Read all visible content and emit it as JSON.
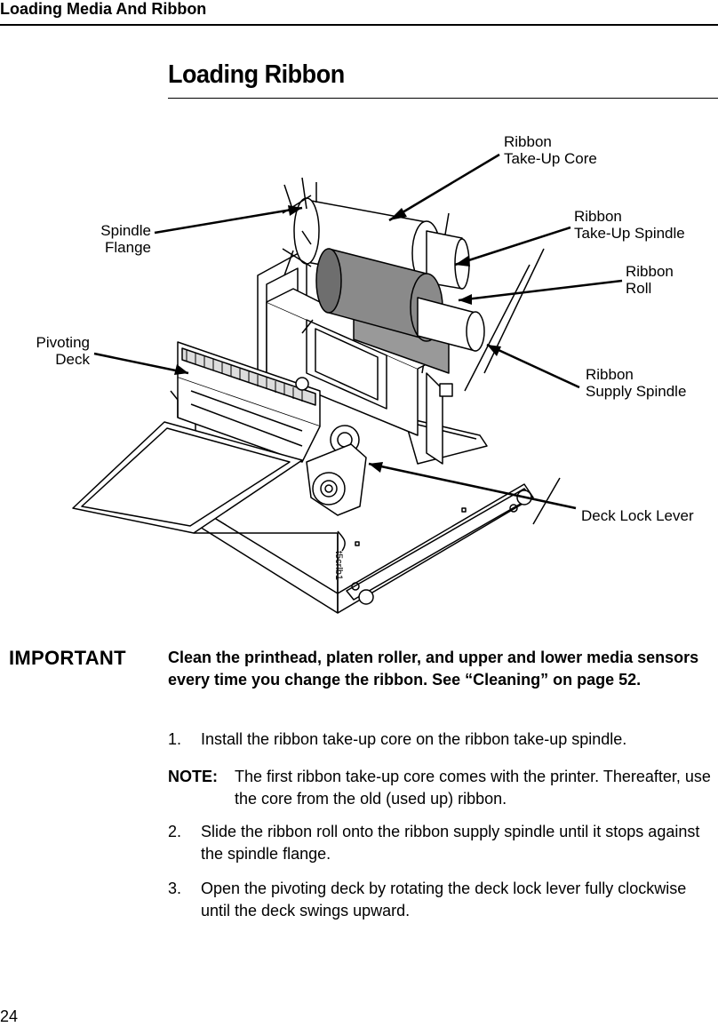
{
  "header": {
    "running_title": "Loading Media And Ribbon"
  },
  "section": {
    "title": "Loading Ribbon"
  },
  "figure": {
    "id_label": "t5crlb1",
    "callouts": {
      "take_up_core": [
        "Ribbon",
        "Take-Up Core"
      ],
      "take_up_spindle": [
        "Ribbon",
        "Take-Up Spindle"
      ],
      "ribbon_roll": [
        "Ribbon",
        "Roll"
      ],
      "supply_spindle": [
        "Ribbon",
        "Supply Spindle"
      ],
      "deck_lock_lever": "Deck Lock Lever",
      "spindle_flange": [
        "Spindle",
        "Flange"
      ],
      "pivoting_deck": [
        "Pivoting",
        "Deck"
      ]
    }
  },
  "important": {
    "label": "IMPORTANT",
    "text": "Clean the printhead, platen roller, and upper and lower media sensors every time you change the ribbon. See “Cleaning” on page 52."
  },
  "steps": [
    {
      "number": "1.",
      "text": "Install the ribbon take-up core on the ribbon take-up spindle."
    },
    {
      "number": "2.",
      "text": "Slide the ribbon roll onto the ribbon supply spindle until it stops against the spindle flange."
    },
    {
      "number": "3.",
      "text": "Open the pivoting deck by rotating the deck lock lever fully clockwise until the deck swings upward."
    }
  ],
  "note": {
    "label": "NOTE:",
    "text": "The first ribbon take-up core comes with the printer. Thereafter, use the core from the old (used up) ribbon."
  },
  "footer": {
    "page_number": "24"
  }
}
